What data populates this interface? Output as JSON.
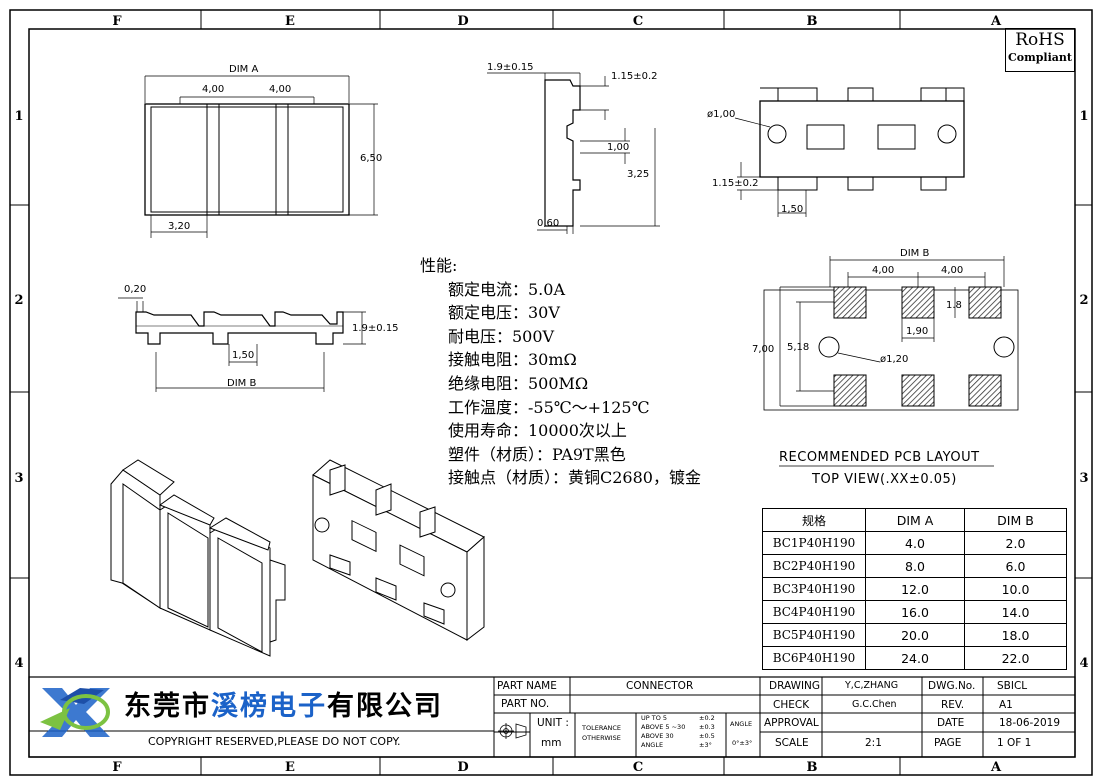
{
  "border": {
    "columns": [
      "F",
      "E",
      "D",
      "C",
      "B",
      "A"
    ],
    "rows": [
      "1",
      "2",
      "3",
      "4"
    ]
  },
  "rohs": {
    "line1": "RoHS",
    "line2": "Compliant"
  },
  "dims": {
    "dim_a": "DIM A",
    "dim_b": "DIM B",
    "top_pitch_1": "4,00",
    "top_pitch_2": "4,00",
    "height_650": "6,50",
    "width_320": "3,20",
    "side_190": "1.9±0.15",
    "side_115": "1.15±0.2",
    "side_100": "1,00",
    "side_325": "3,25",
    "side_060": "0,60",
    "hole_100": "ø1,00",
    "bot_115": "1.15±0.2",
    "bot_150": "1,50",
    "front_020": "0,20",
    "front_190": "1.9±0.15",
    "front_150": "1,50",
    "pcb_pitch_1": "4,00",
    "pcb_pitch_2": "4,00",
    "pcb_18": "1.8",
    "pcb_190": "1,90",
    "pcb_700": "7,00",
    "pcb_518": "5,18",
    "pcb_hole": "ø1,20"
  },
  "specs": {
    "heading": "性能:",
    "items": [
      "额定电流：5.0A",
      "额定电压：30V",
      "耐电压：500V",
      "接触电阻：30mΩ",
      "绝缘电阻：500MΩ",
      "工作温度：-55℃～+125℃",
      "使用寿命：10000次以上",
      "塑件（材质）：PA9T黑色",
      "接触点（材质）：黄铜C2680，镀金"
    ]
  },
  "pcb_caption": {
    "line1": "RECOMMENDED PCB LAYOUT",
    "line2": "TOP VIEW(.XX±0.05)"
  },
  "dim_table": {
    "headers": [
      "规格",
      "DIM A",
      "DIM B"
    ],
    "rows": [
      [
        "BC1P40H190",
        "4.0",
        "2.0"
      ],
      [
        "BC2P40H190",
        "8.0",
        "6.0"
      ],
      [
        "BC3P40H190",
        "12.0",
        "10.0"
      ],
      [
        "BC4P40H190",
        "16.0",
        "14.0"
      ],
      [
        "BC5P40H190",
        "20.0",
        "18.0"
      ],
      [
        "BC6P40H190",
        "24.0",
        "22.0"
      ]
    ]
  },
  "title_block": {
    "company_a": "东莞市",
    "company_b": "溪榜电子",
    "company_c": "有限公司",
    "copyright": "COPYRIGHT RESERVED,PLEASE DO NOT COPY.",
    "part_name_label": "PART NAME",
    "part_name": "CONNECTOR",
    "part_no_label": "PART NO.",
    "unit_label": "UNIT :",
    "unit": "mm",
    "tolerance_1": "TOLERANCE",
    "tolerance_2": "OTHERWISE",
    "tol_r1": "UP TO 5",
    "tol_r2": "ABOVE 5 ~30",
    "tol_r3": "ABOVE 30",
    "tol_r4": "ANGLE",
    "tol_v1": "±0.2",
    "tol_v2": "±0.3",
    "tol_v3": "±0.5",
    "tol_v4": "±3°",
    "angle_label": "ANGLE",
    "angle_value": "0°±3°",
    "drawing_label": "DRAWING",
    "drawing": "Y,C,ZHANG",
    "check_label": "CHECK",
    "check": "G.C.Chen",
    "approval_label": "APPROVAL",
    "scale_label": "SCALE",
    "scale": "2:1",
    "dwg_label": "DWG.No.",
    "dwg": "SBICL",
    "rev_label": "REV.",
    "rev": "A1",
    "date_label": "DATE",
    "date": "18-06-2019",
    "page_label": "PAGE",
    "page": "1 OF 1"
  },
  "colors": {
    "line": "#000000",
    "accent_blue": "#1b62c8",
    "pad_hatch": "#555555"
  }
}
